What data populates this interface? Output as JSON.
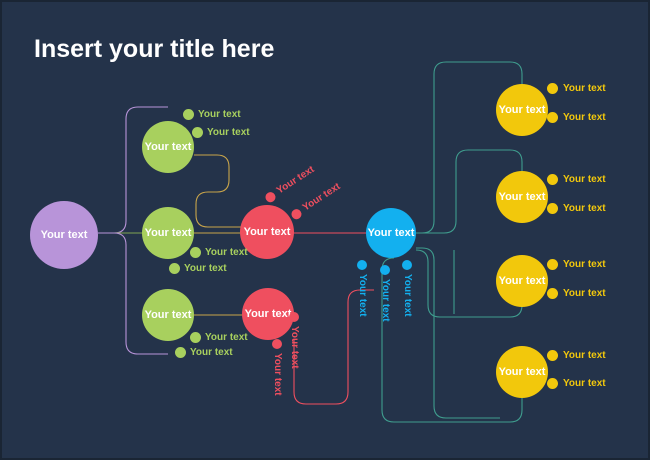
{
  "page": {
    "background_color": "#24334a",
    "border_color": "#1a2534",
    "title": "Insert your title here",
    "title_color": "#ffffff"
  },
  "palette": {
    "purple": "#b894d9",
    "green": "#a8d05e",
    "red": "#ef4f5f",
    "blue": "#13b0ef",
    "yellow": "#f2c80c",
    "white": "#ffffff"
  },
  "nodes": {
    "root": {
      "label": "Your text",
      "color": "#b894d9"
    },
    "green_top": {
      "label": "Your text",
      "color": "#a8d05e"
    },
    "green_mid": {
      "label": "Your text",
      "color": "#a8d05e"
    },
    "green_bottom": {
      "label": "Your text",
      "color": "#a8d05e"
    },
    "red_top": {
      "label": "Your text",
      "color": "#ef4f5f"
    },
    "red_bottom": {
      "label": "Your text",
      "color": "#ef4f5f"
    },
    "blue_center": {
      "label": "Your text",
      "color": "#13b0ef"
    },
    "yellow_1": {
      "label": "Your text",
      "color": "#f2c80c"
    },
    "yellow_2": {
      "label": "Your text",
      "color": "#f2c80c"
    },
    "yellow_3": {
      "label": "Your text",
      "color": "#f2c80c"
    },
    "yellow_4": {
      "label": "Your text",
      "color": "#f2c80c"
    }
  },
  "leaves": {
    "green_top": [
      {
        "label": "Your text",
        "color": "#a8d05e"
      },
      {
        "label": "Your text",
        "color": "#a8d05e"
      }
    ],
    "green_mid": [
      {
        "label": "Your text",
        "color": "#a8d05e"
      },
      {
        "label": "Your text",
        "color": "#a8d05e"
      }
    ],
    "green_bottom": [
      {
        "label": "Your text",
        "color": "#a8d05e"
      },
      {
        "label": "Your text",
        "color": "#a8d05e"
      }
    ],
    "red_top": [
      {
        "label": "Your text",
        "color": "#ef4f5f"
      },
      {
        "label": "Your text",
        "color": "#ef4f5f"
      }
    ],
    "red_bottom": [
      {
        "label": "Your text",
        "color": "#ef4f5f"
      },
      {
        "label": "Your text",
        "color": "#ef4f5f"
      }
    ],
    "blue_center": [
      {
        "label": "Your text",
        "color": "#13b0ef"
      },
      {
        "label": "Your text",
        "color": "#13b0ef"
      },
      {
        "label": "Your text",
        "color": "#13b0ef"
      }
    ],
    "yellow_1": [
      {
        "label": "Your text",
        "color": "#f2c80c"
      },
      {
        "label": "Your text",
        "color": "#f2c80c"
      }
    ],
    "yellow_2": [
      {
        "label": "Your text",
        "color": "#f2c80c"
      },
      {
        "label": "Your text",
        "color": "#f2c80c"
      }
    ],
    "yellow_3": [
      {
        "label": "Your text",
        "color": "#f2c80c"
      },
      {
        "label": "Your text",
        "color": "#f2c80c"
      }
    ],
    "yellow_4": [
      {
        "label": "Your text",
        "color": "#f2c80c"
      },
      {
        "label": "Your text",
        "color": "#f2c80c"
      }
    ]
  }
}
